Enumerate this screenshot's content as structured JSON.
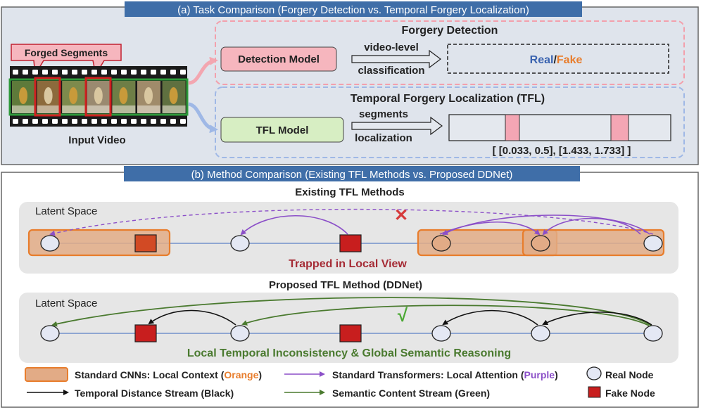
{
  "panel_a": {
    "title": "(a) Task Comparison (Forgery Detection vs. Temporal Forgery Localization)",
    "forged_segments": "Forged Segments",
    "input_video": "Input Video",
    "forgery_detection": {
      "heading": "Forgery Detection",
      "model": "Detection Model",
      "arrow_top": "video-level",
      "arrow_bottom": "classification",
      "real": "Real",
      "slash": "/",
      "fake": "Fake"
    },
    "tfl": {
      "heading": "Temporal Forgery Localization  (TFL)",
      "model": "TFL Model",
      "arrow_top": "segments",
      "arrow_bottom": "localization",
      "result": "[ [0.033, 0.5], [1.433, 1.733] ]"
    }
  },
  "panel_b": {
    "title": "(b) Method Comparison (Existing TFL Methods  vs. Proposed DDNet)",
    "existing": {
      "heading": "Existing TFL Methods",
      "latent_space": "Latent Space",
      "cross_mark": "✕",
      "caption": "Trapped in Local View"
    },
    "proposed": {
      "heading": "Proposed  TFL Method (DDNet)",
      "latent_space": "Latent Space",
      "check_mark": "√",
      "caption": "Local Temporal Inconsistency & Global Semantic Reasoning"
    },
    "legend": {
      "cnn_prefix": "Standard CNNs: Local Context (",
      "cnn_color": "Orange",
      "cnn_suffix": ")",
      "trans_prefix": "Standard Transformers: Local Attention (",
      "trans_color": "Purple",
      "trans_suffix": ")",
      "real_node": "Real Node",
      "temporal": "Temporal Distance Stream (Black)",
      "semantic": "Semantic Content Stream (Green)",
      "fake_node": "Fake Node"
    }
  },
  "colors": {
    "title_bar": "#3f6ea8",
    "panel_bg": "#dfe4ec",
    "latent_bg": "#e6e6e6",
    "orange": "#e87d2c",
    "orange_fill": "#e2ab86",
    "purple": "#8b4fc8",
    "green": "#4a7a2f",
    "fake_red": "#c81e1e",
    "node_fill": "#e4e8f4",
    "dark_red_text": "#a52a34",
    "real_blue": "#3a63b0",
    "fake_orange": "#e87d2c"
  }
}
